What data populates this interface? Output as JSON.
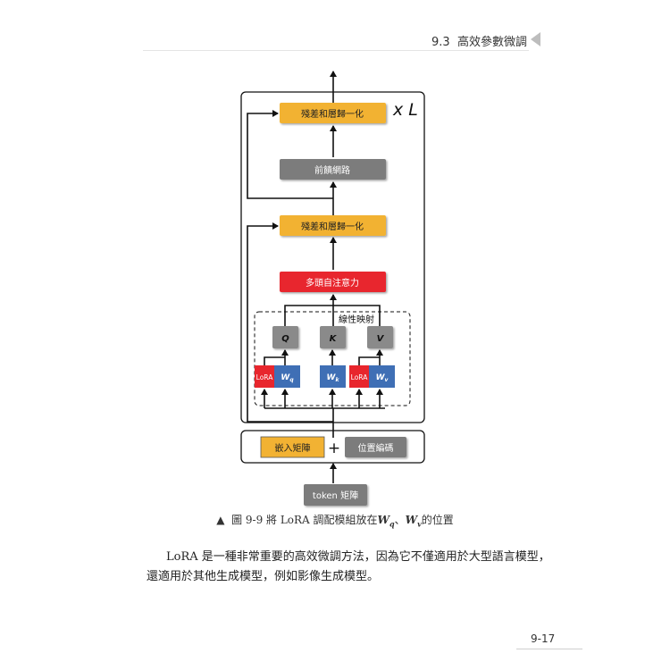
{
  "header": {
    "section": "9.3",
    "title": "高效參數微調"
  },
  "diagram": {
    "repeat_label": "x L",
    "blocks": {
      "add_norm_top": "殘差和層歸一化",
      "feed_forward": "前饋網路",
      "add_norm_mid": "殘差和層歸一化",
      "multi_head_attention": "多頭自注意力",
      "linear_projection": "線性映射",
      "q": "Q",
      "k": "K",
      "v": "V",
      "lora_q": "LoRA",
      "lora_v": "LoRA",
      "wq": "W",
      "wq_sub": "q",
      "wk": "W",
      "wk_sub": "k",
      "wv": "W",
      "wv_sub": "v",
      "embedding": "嵌入矩陣",
      "plus": "+",
      "positional_encoding": "位置編碼",
      "token": "token 矩陣"
    },
    "colors": {
      "orange": "#f2b233",
      "gray": "#7b7b7b",
      "red": "#e8262d",
      "blue": "#3f6fb5"
    }
  },
  "caption": {
    "marker": "▲",
    "prefix": "圖 9-9 將 LoRA 調配模組放在",
    "w": "W",
    "q_sub": "q",
    "separator": "、",
    "v_sub": "v",
    "suffix": "的位置"
  },
  "body": {
    "line1": "LoRA 是一種非常重要的高效微調方法，因為它不僅適用於大型語言模型，",
    "line2": "還適用於其他生成模型，例如影像生成模型。"
  },
  "page_number": "9-17"
}
